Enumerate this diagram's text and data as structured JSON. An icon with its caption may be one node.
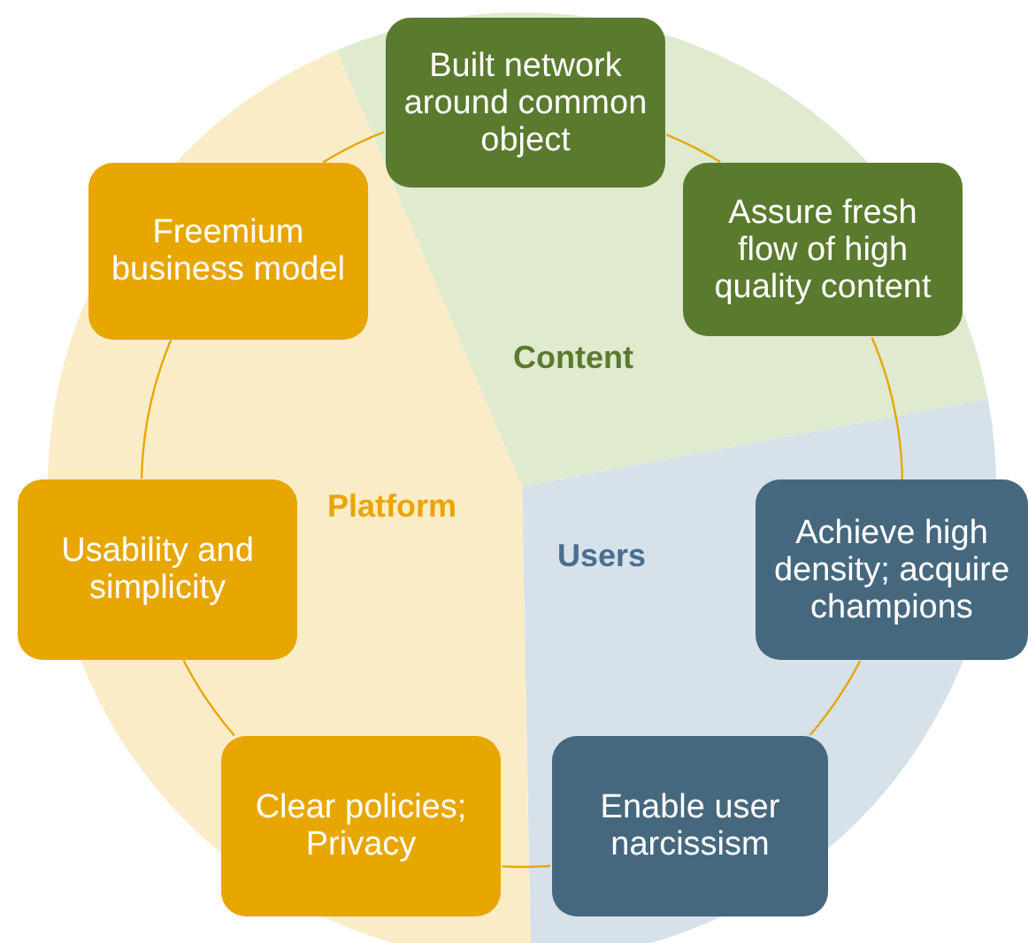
{
  "diagram": {
    "nodes": [
      {
        "text": [
          "Built network around common object"
        ]
      },
      {
        "text": [
          "Assure fresh flow of high quality content"
        ]
      },
      {
        "text": [
          "Achieve high density; acquire champions"
        ]
      },
      {
        "text": [
          "Enable user narcissism"
        ]
      },
      {
        "text": [
          "Clear policies; Privacy"
        ]
      },
      {
        "text": [
          "Usability and simplicity"
        ]
      },
      {
        "text": [
          "Freemium business model"
        ]
      }
    ],
    "edges": [
      {
        "from": 0,
        "to": 1,
        "arrow": "none"
      },
      {
        "from": 1,
        "to": 2,
        "arrow": "none"
      },
      {
        "from": 2,
        "to": 3,
        "arrow": "none"
      },
      {
        "from": 3,
        "to": 4,
        "arrow": "none"
      },
      {
        "from": 4,
        "to": 5,
        "arrow": "none"
      },
      {
        "from": 5,
        "to": 6,
        "arrow": "none"
      },
      {
        "from": 6,
        "to": 0,
        "arrow": "none"
      }
    ],
    "labels": [
      "Content",
      "Platform",
      "Users"
    ]
  }
}
